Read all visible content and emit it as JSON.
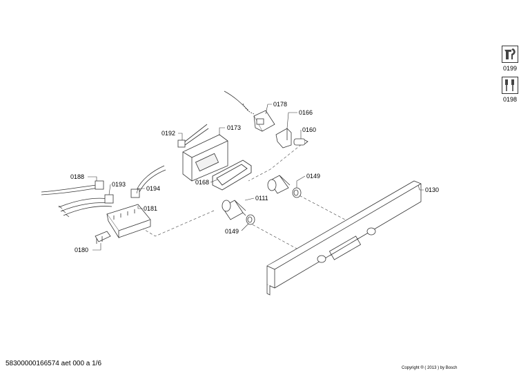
{
  "labels": {
    "p0199": "0199",
    "p0198": "0198",
    "p0178": "0178",
    "p0166": "0166",
    "p0160": "0160",
    "p0192": "0192",
    "p0173": "0173",
    "p0188": "0188",
    "p0193": "0193",
    "p0194": "0194",
    "p0168": "0168",
    "p0149a": "0149",
    "p0130": "0130",
    "p0111": "0111",
    "p0181": "0181",
    "p0149b": "0149",
    "p0180": "0180"
  },
  "footer": {
    "doc_id": "58300000166574 aet 000 a 1/6",
    "copyright": "Copyright ® ( 2013 ) by Bosch"
  },
  "icons": {
    "tool_icon": "wrench-screwdriver-icon",
    "parts_icon": "screwdriver-set-icon"
  }
}
